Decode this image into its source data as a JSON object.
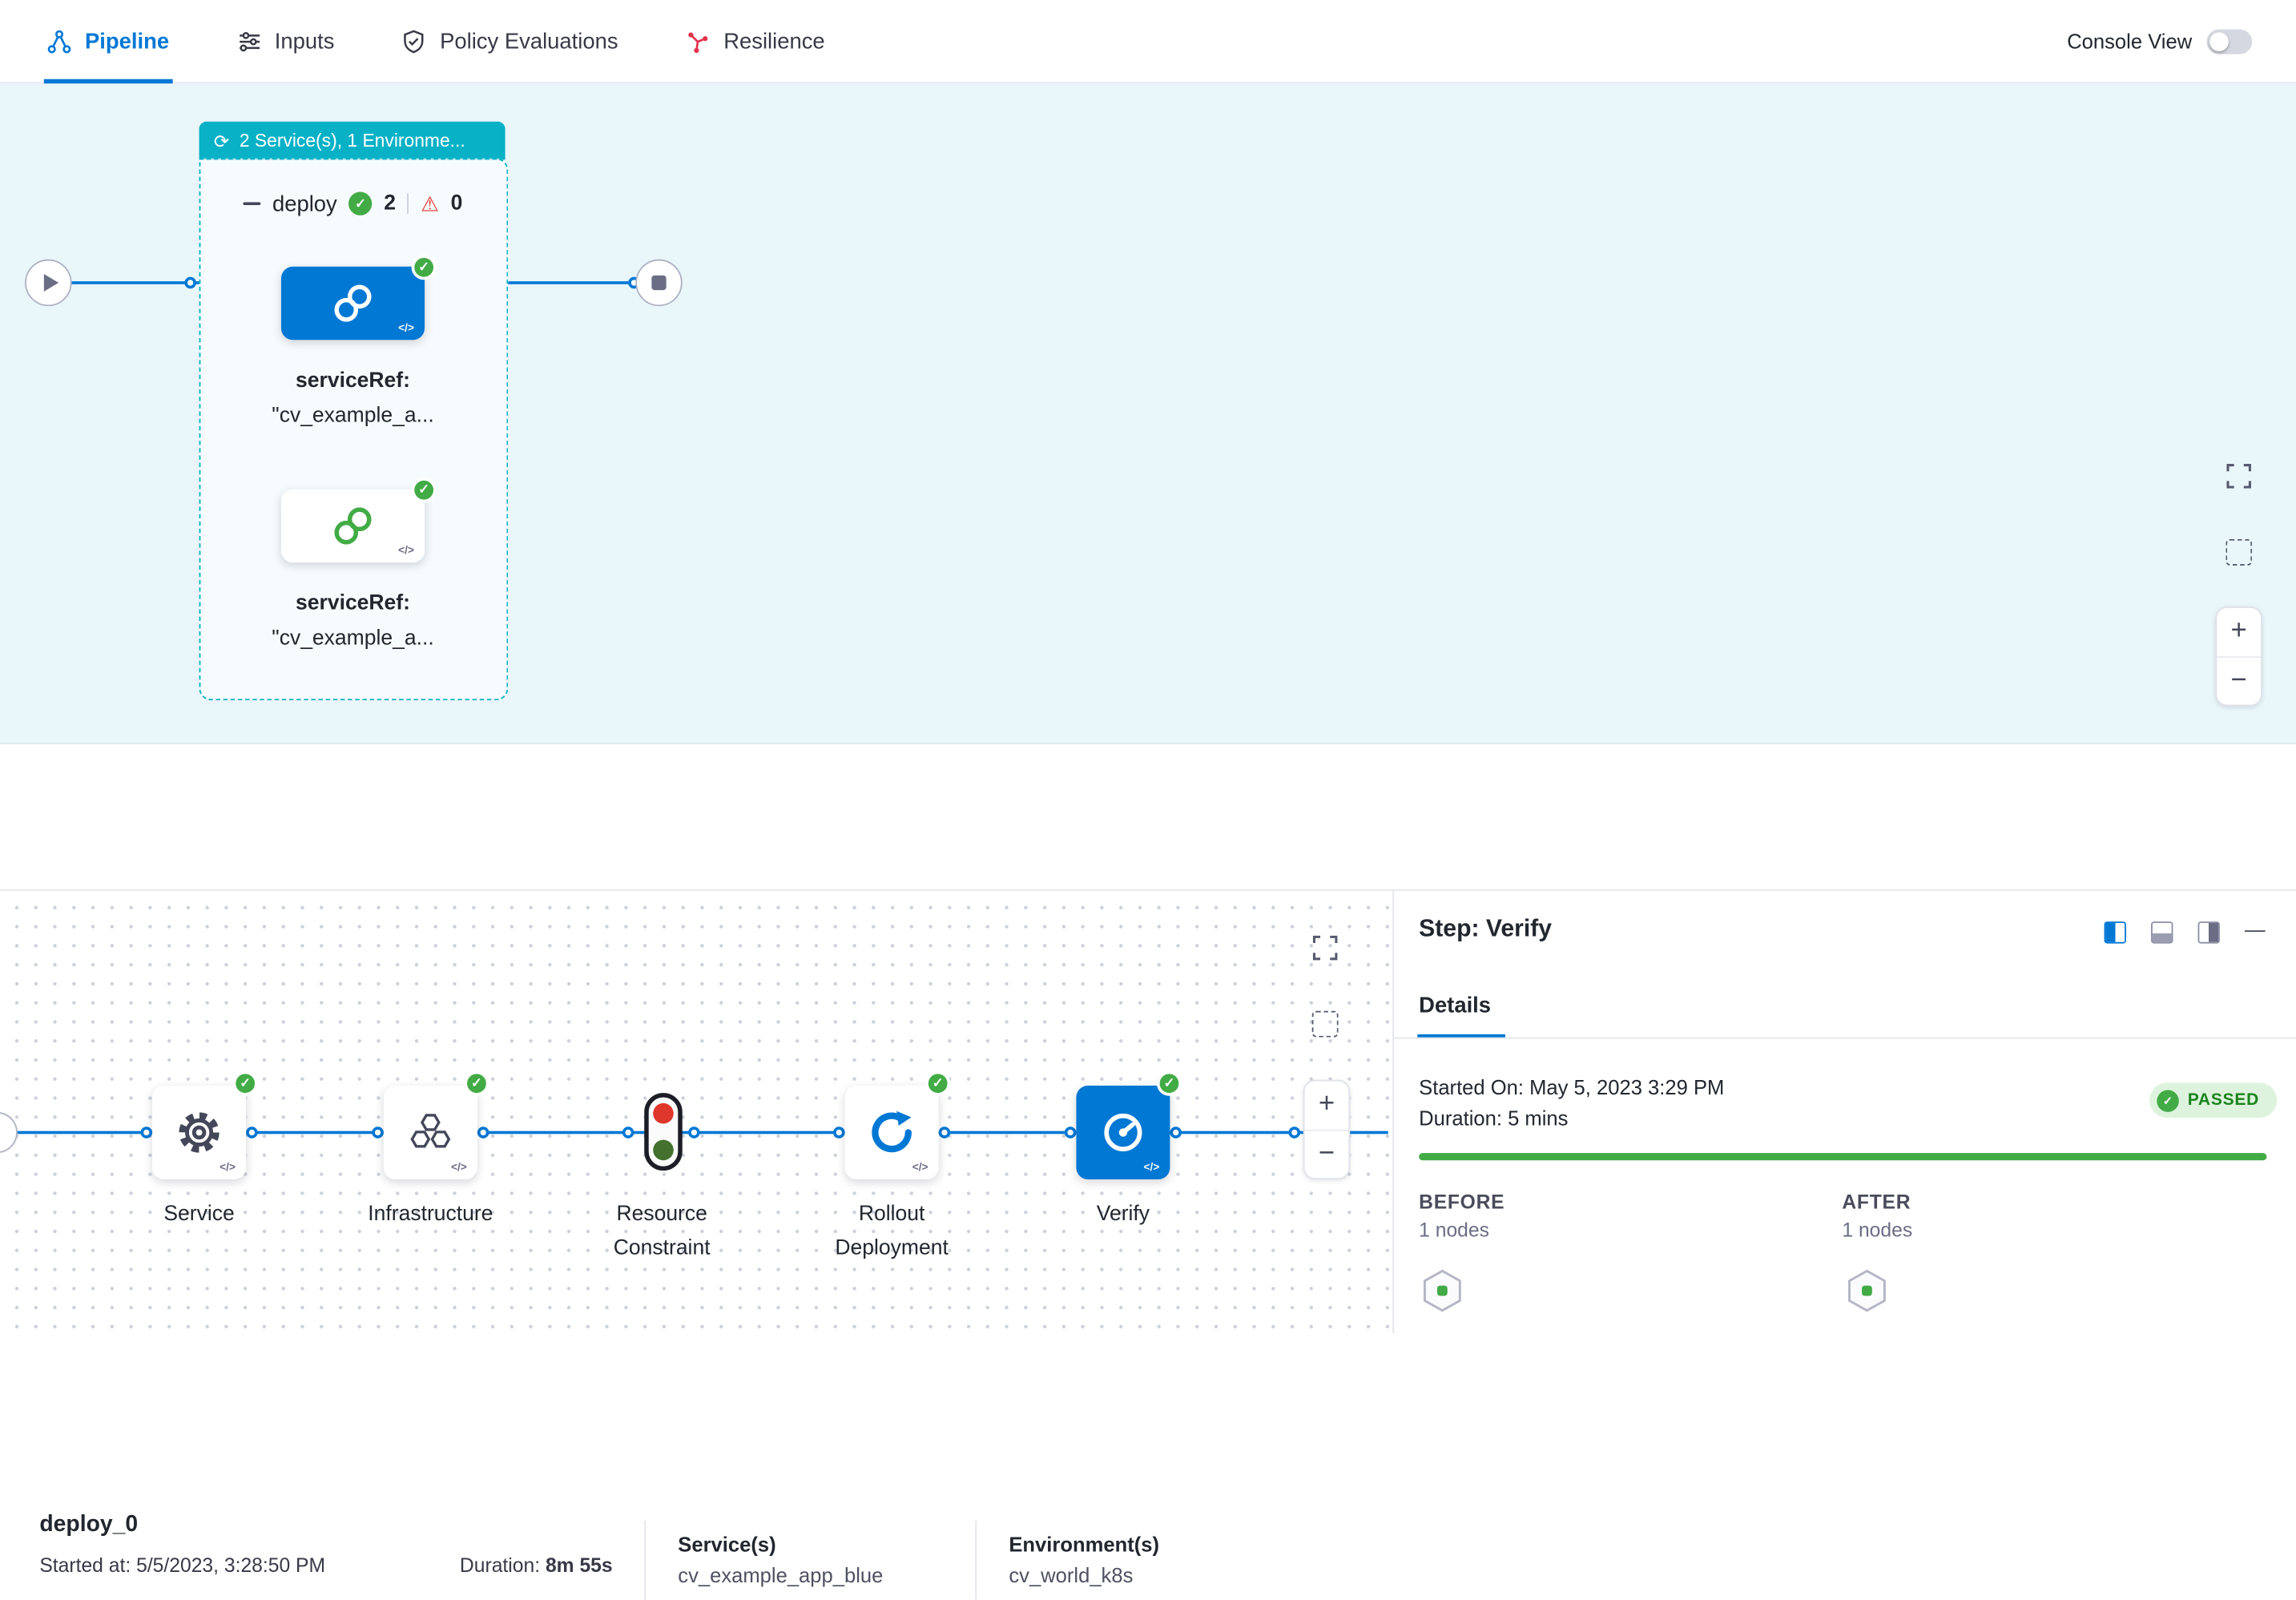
{
  "topbar": {
    "tabs": [
      {
        "label": "Pipeline"
      },
      {
        "label": "Inputs"
      },
      {
        "label": "Policy Evaluations"
      },
      {
        "label": "Resilience"
      }
    ],
    "console_view_label": "Console View"
  },
  "icons": {
    "loop": "⟳",
    "check": "✓",
    "warning": "⚠",
    "code": "</>",
    "zoom_in": "+",
    "zoom_out": "−",
    "minimize": "—"
  },
  "stage_graph": {
    "group_tag": "2 Service(s), 1 Environme...",
    "stage_name": "deploy",
    "success_count": "2",
    "warning_count": "0",
    "services": [
      {
        "label_title": "serviceRef:",
        "label_value": "\"cv_example_a..."
      },
      {
        "label_title": "serviceRef:",
        "label_value": "\"cv_example_a..."
      }
    ]
  },
  "summary_bar": {
    "stage_name": "deploy_0",
    "started_label": "Started at:",
    "started_value": "5/5/2023, 3:28:50 PM",
    "duration_label": "Duration:",
    "duration_value": "8m 55s",
    "services_label": "Service(s)",
    "services_value": "cv_example_app_blue",
    "environments_label": "Environment(s)",
    "environments_value": "cv_world_k8s"
  },
  "step_graph": {
    "nodes": [
      {
        "name": "Service"
      },
      {
        "name": "Infrastructure"
      },
      {
        "name": "Resource Constraint"
      },
      {
        "name": "Rollout Deployment"
      },
      {
        "name": "Verify"
      }
    ]
  },
  "details_panel": {
    "title": "Step: Verify",
    "tab": "Details",
    "started_label": "Started On:",
    "started_value": "May 5, 2023 3:29 PM",
    "duration_label": "Duration:",
    "duration_value": "5 mins",
    "status": "PASSED",
    "before_label": "BEFORE",
    "before_value": "1 nodes",
    "after_label": "AFTER",
    "after_value": "1 nodes"
  }
}
